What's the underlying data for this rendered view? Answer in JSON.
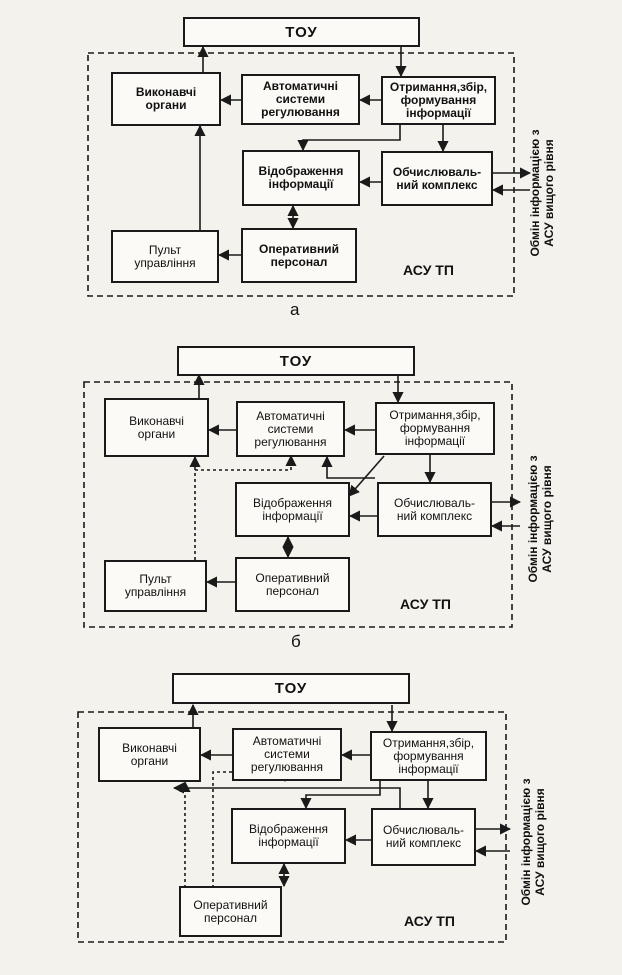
{
  "labels": {
    "tou": "ТОУ",
    "executors": "Виконавчі\nоргани",
    "auto_systems": "Автоматичні\nсистеми\nрегулювання",
    "acquisition": "Отримання,збір,\nформування\nінформації",
    "display": "Відображення\nінформації",
    "computing": "Обчислюваль-\nний комплекс",
    "control_panel": "Пульт\nуправління",
    "personnel": "Оперативний\nперсонал",
    "asu_tp": "АСУ ТП",
    "exchange": "Обмін інформацією з\nАСУ вищого рівня"
  },
  "panels": {
    "a": "а",
    "b": "б"
  },
  "colors": {
    "line": "#1a1a1a",
    "background": "#f4f2ec",
    "box_fill": "#fbfaf6"
  }
}
